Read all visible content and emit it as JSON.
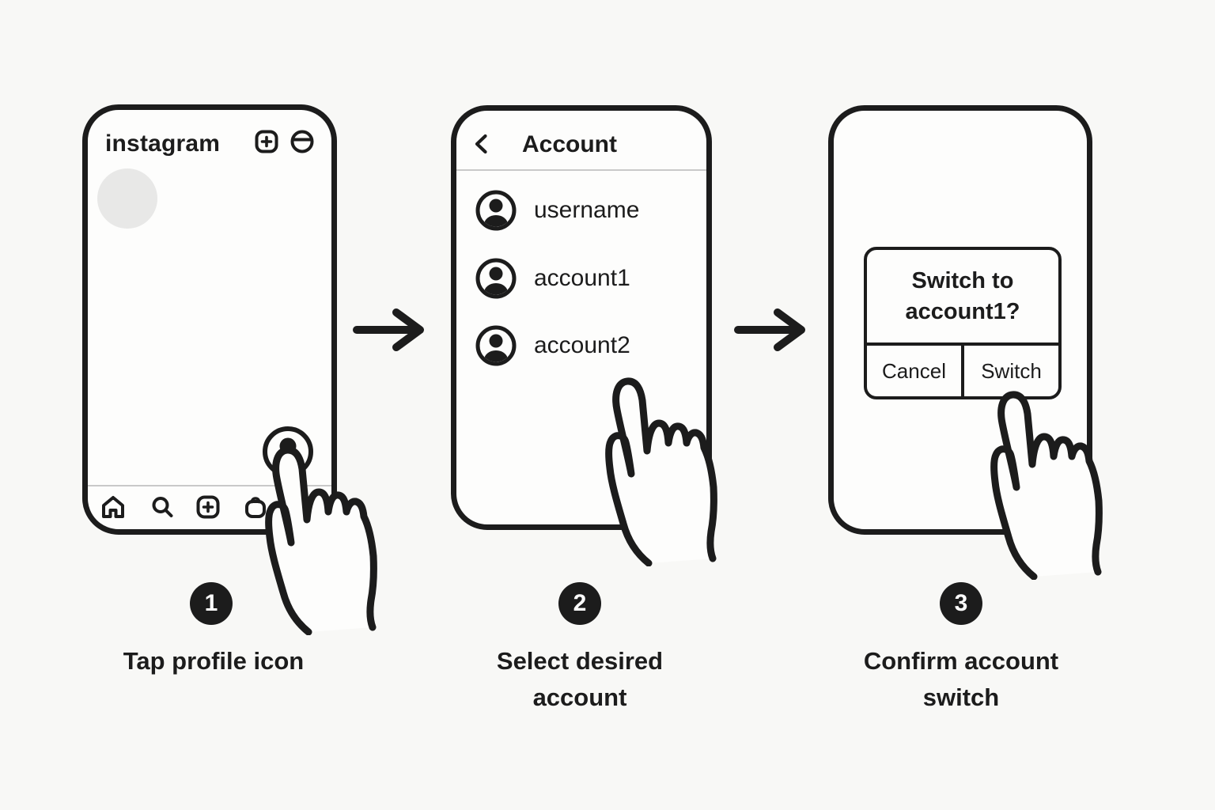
{
  "colors": {
    "ink": "#1c1c1c",
    "background": "#f8f8f6",
    "phone_fill": "#fdfdfc",
    "placeholder_gray": "#e8e8e7",
    "divider_gray": "#c9c9c9",
    "badge_bg": "#1c1c1c",
    "badge_text": "#ffffff"
  },
  "step1": {
    "number": "1",
    "caption": "Tap profile icon",
    "phone": {
      "title": "instagram",
      "top_icons": [
        "create-post-icon",
        "menu-icon"
      ],
      "nav_icons": [
        "home-icon",
        "search-icon",
        "create-post-icon",
        "shop-icon"
      ],
      "profile_icon": "profile-icon"
    }
  },
  "step2": {
    "number": "2",
    "caption": "Select desired account",
    "phone": {
      "header": "Account",
      "back_icon": "back-chevron-icon",
      "accounts": [
        {
          "label": "username"
        },
        {
          "label": "account1"
        },
        {
          "label": "account2"
        }
      ]
    }
  },
  "step3": {
    "number": "3",
    "caption": "Confirm account switch",
    "phone": {
      "dialog": {
        "line1": "Switch to",
        "line2": "account1?",
        "cancel": "Cancel",
        "confirm": "Switch"
      }
    }
  }
}
